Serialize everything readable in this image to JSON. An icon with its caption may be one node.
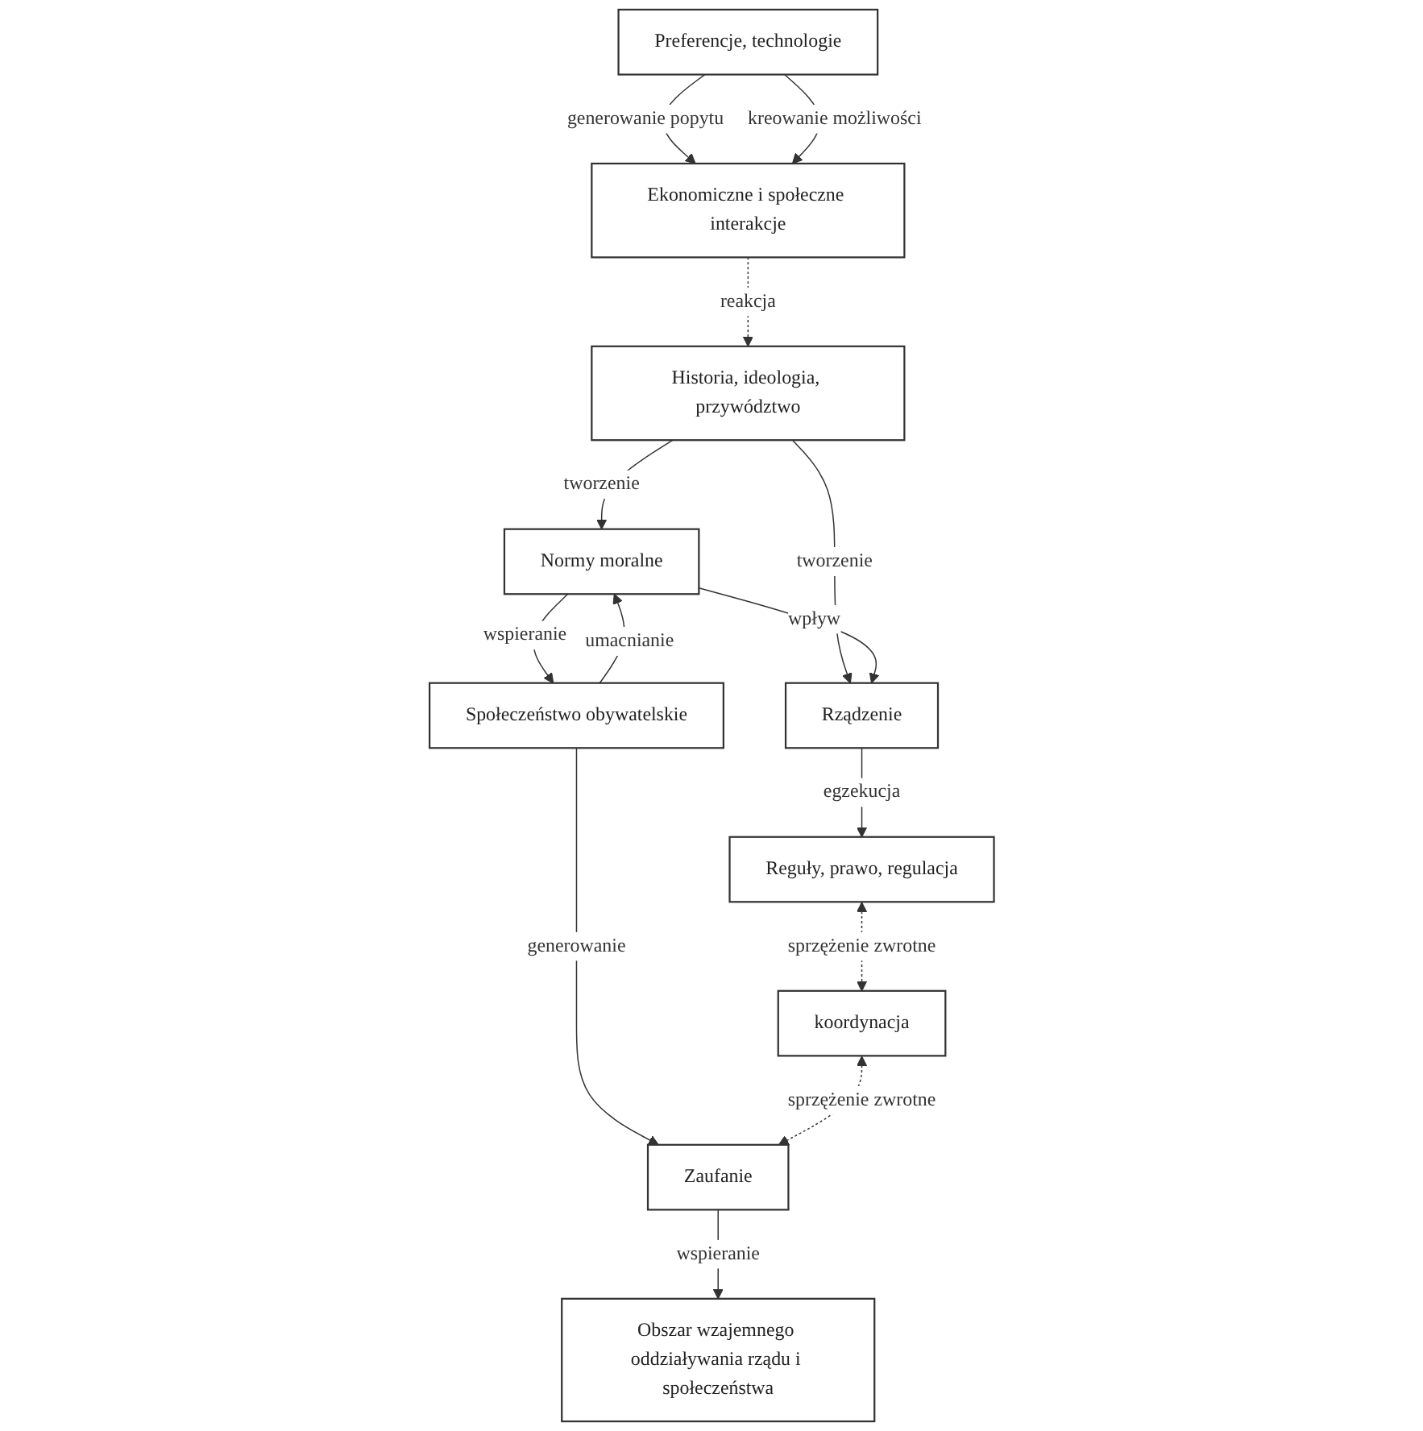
{
  "diagram": {
    "nodes": [
      {
        "text": [
          "Historia, ideologia, przywództwo"
        ]
      },
      {
        "text": [
          "Normy moralne"
        ]
      },
      {
        "text": [
          "Rządzenie"
        ]
      },
      {
        "text": [
          "Społeczeństwo obywatelskie"
        ]
      },
      {
        "text": [
          "Obszar wzajemnego oddziaływania rządu i społeczeństwa"
        ]
      },
      {
        "text": [
          "Zaufanie"
        ]
      },
      {
        "text": [
          "Reguły, prawo, regulacja"
        ]
      },
      {
        "text": [
          "koordynacja"
        ]
      },
      {
        "text": [
          "Ekonomiczne i społeczne interakcje"
        ]
      },
      {
        "text": [
          "Preferencje, technologie"
        ]
      }
    ],
    "edges": [
      {
        "from": 0,
        "to": 1,
        "arrow": "to",
        "label": "tworzenie"
      },
      {
        "from": 0,
        "to": 2,
        "arrow": "to",
        "label": "tworzenie"
      },
      {
        "from": 1,
        "to": 2,
        "arrow": "to",
        "label": "wpływ"
      },
      {
        "from": 1,
        "to": 3,
        "arrow": "to",
        "label": "wspieranie"
      },
      {
        "from": 3,
        "to": 1,
        "arrow": "to",
        "label": "umacnianie"
      },
      {
        "from": 3,
        "to": 5,
        "arrow": "to",
        "label": "generowanie"
      },
      {
        "from": 5,
        "to": 4,
        "arrow": "to",
        "label": "wspieranie"
      },
      {
        "from": 2,
        "to": 6,
        "arrow": "to",
        "label": "egzekucja"
      },
      {
        "from": 7,
        "to": 5,
        "arrow": "both",
        "label": "sprzężenie zwrotne",
        "style": "dashed"
      },
      {
        "from": 6,
        "to": 7,
        "arrow": "both",
        "label": "sprzężenie zwrotne",
        "style": "dashed"
      },
      {
        "from": 8,
        "to": 0,
        "arrow": "to",
        "label": "reakcja",
        "style": "dashed"
      },
      {
        "from": 9,
        "to": 8,
        "arrow": "to",
        "label": "generowanie popytu"
      },
      {
        "from": 9,
        "to": 8,
        "arrow": "to",
        "label": "kreowanie możliwości"
      }
    ]
  }
}
